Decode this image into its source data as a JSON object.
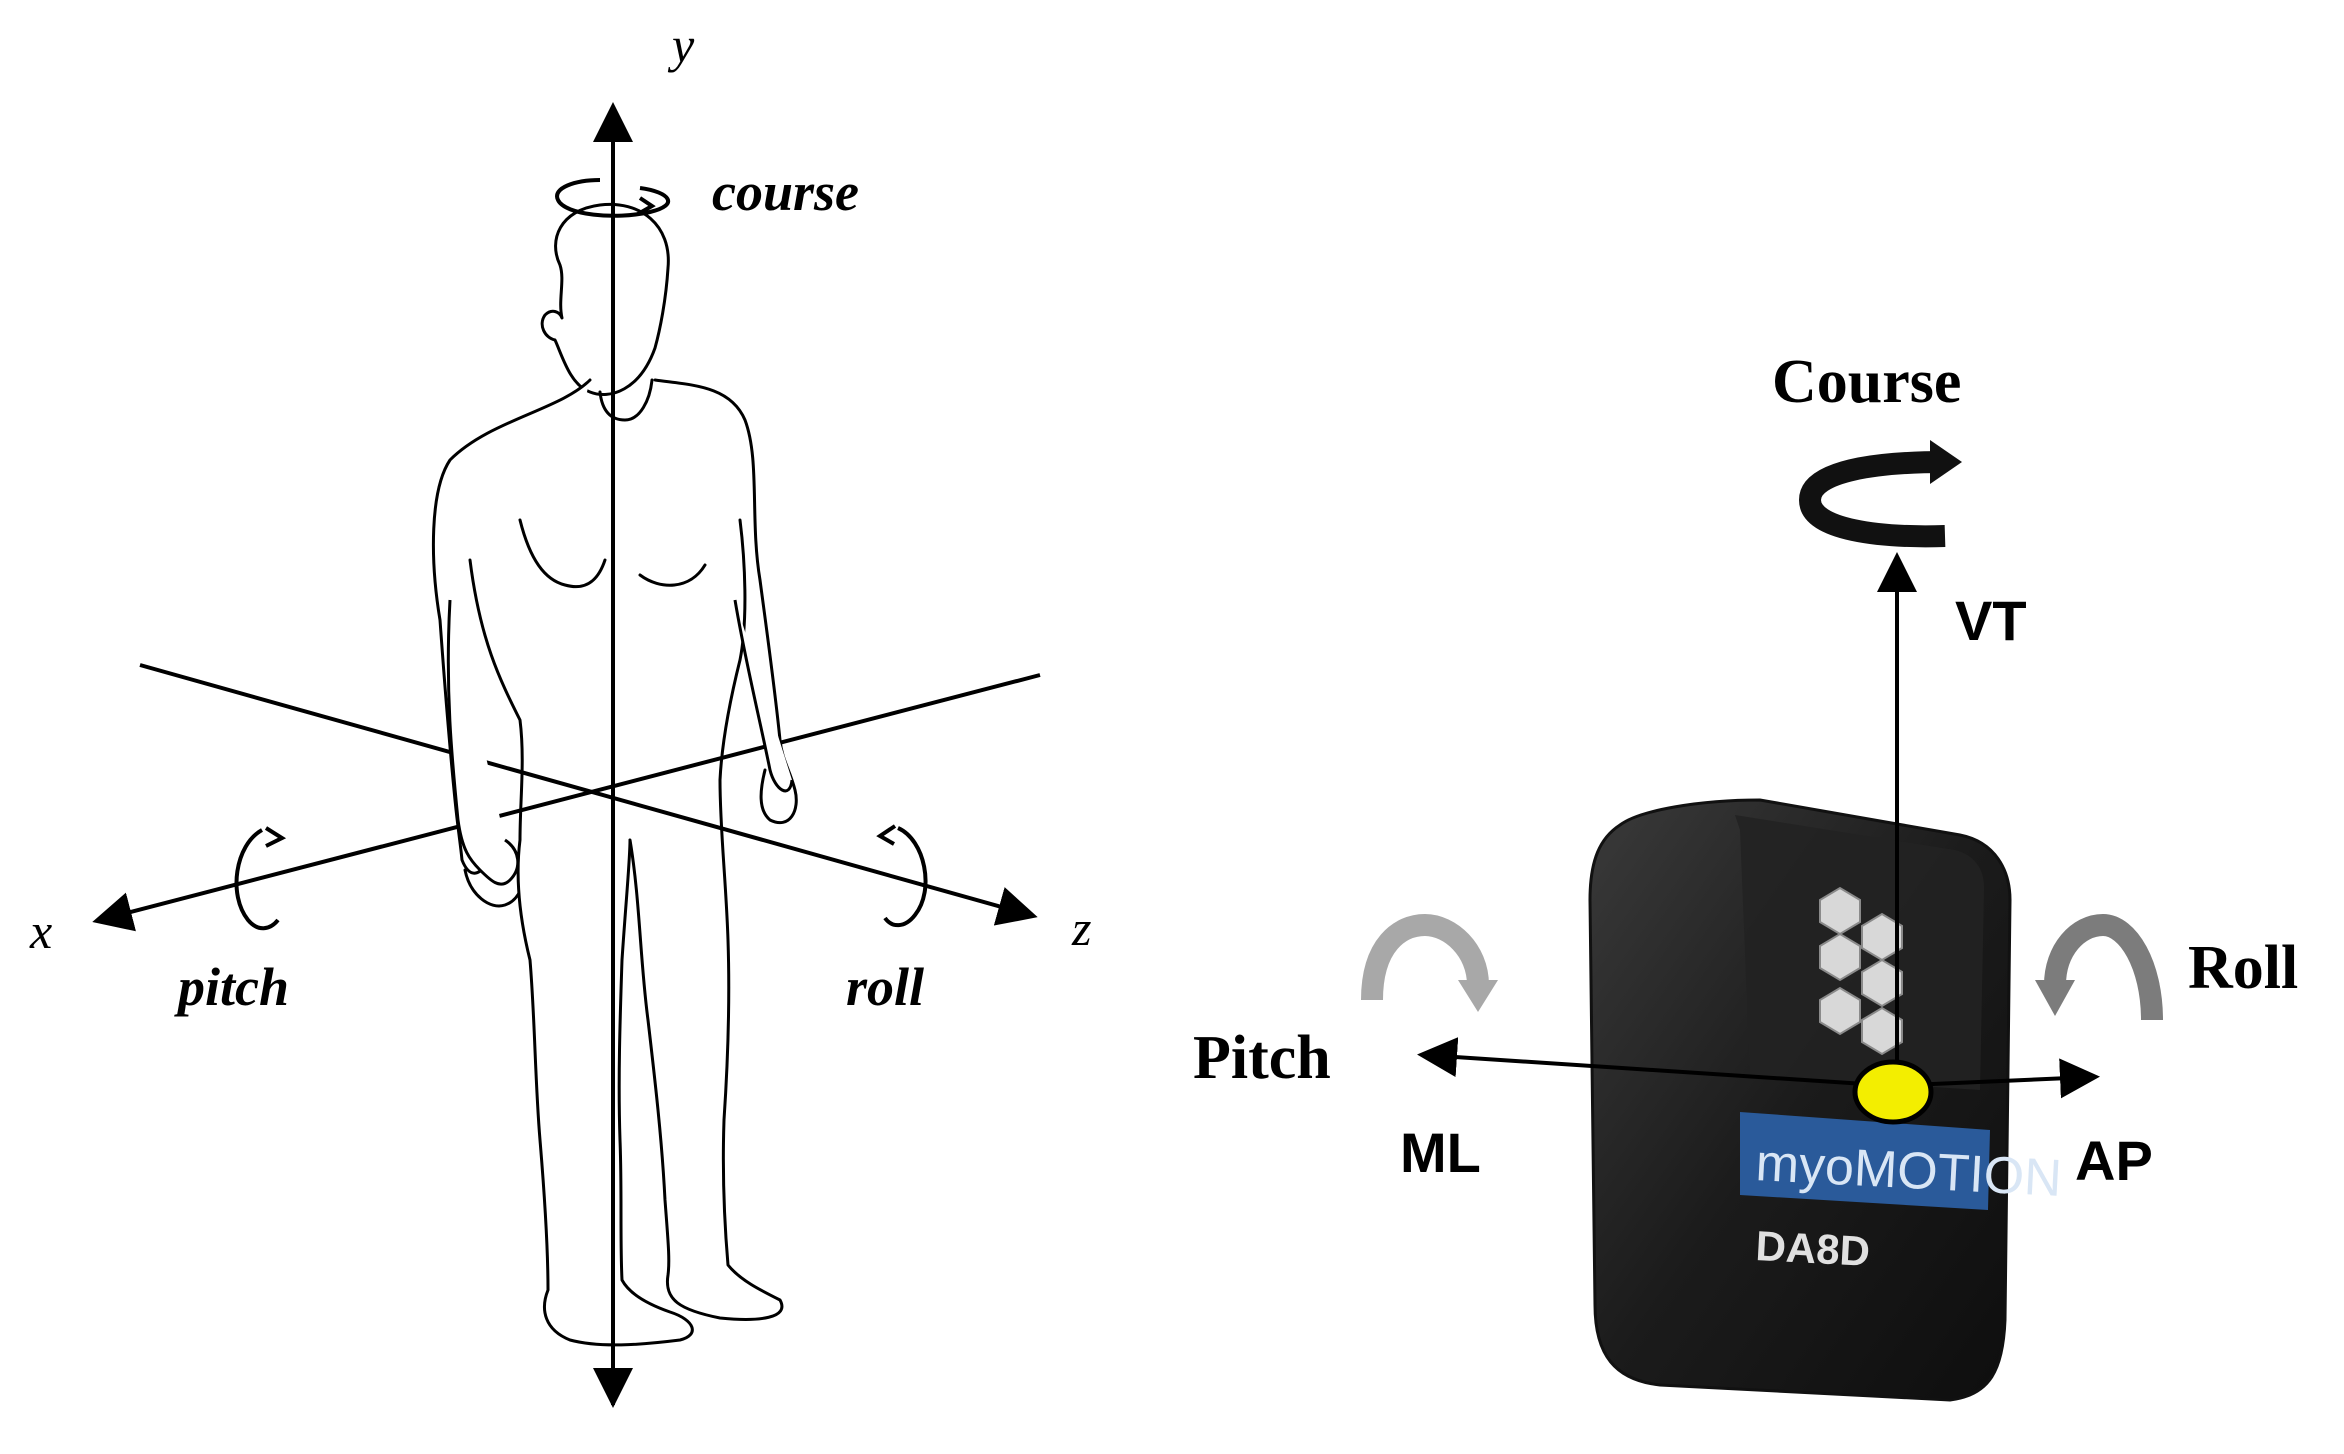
{
  "left_panel": {
    "axes": {
      "y": "y",
      "x": "x",
      "z": "z"
    },
    "rotations": {
      "course": "course",
      "pitch": "pitch",
      "roll": "roll"
    }
  },
  "right_panel": {
    "labels": {
      "course": "Course",
      "vt": "VT",
      "pitch": "Pitch",
      "ml": "ML",
      "roll": "Roll",
      "ap": "AP"
    },
    "sensor": {
      "brand": "myoMOTION",
      "model": "DA8D"
    }
  },
  "colors": {
    "ink": "#000000",
    "sensor_body": "#1e1e1e",
    "sensor_label_band": "#2a5a9a",
    "sensor_dot": "#f3ee00",
    "rotation_arrow_gray": "#9a9a9a"
  }
}
